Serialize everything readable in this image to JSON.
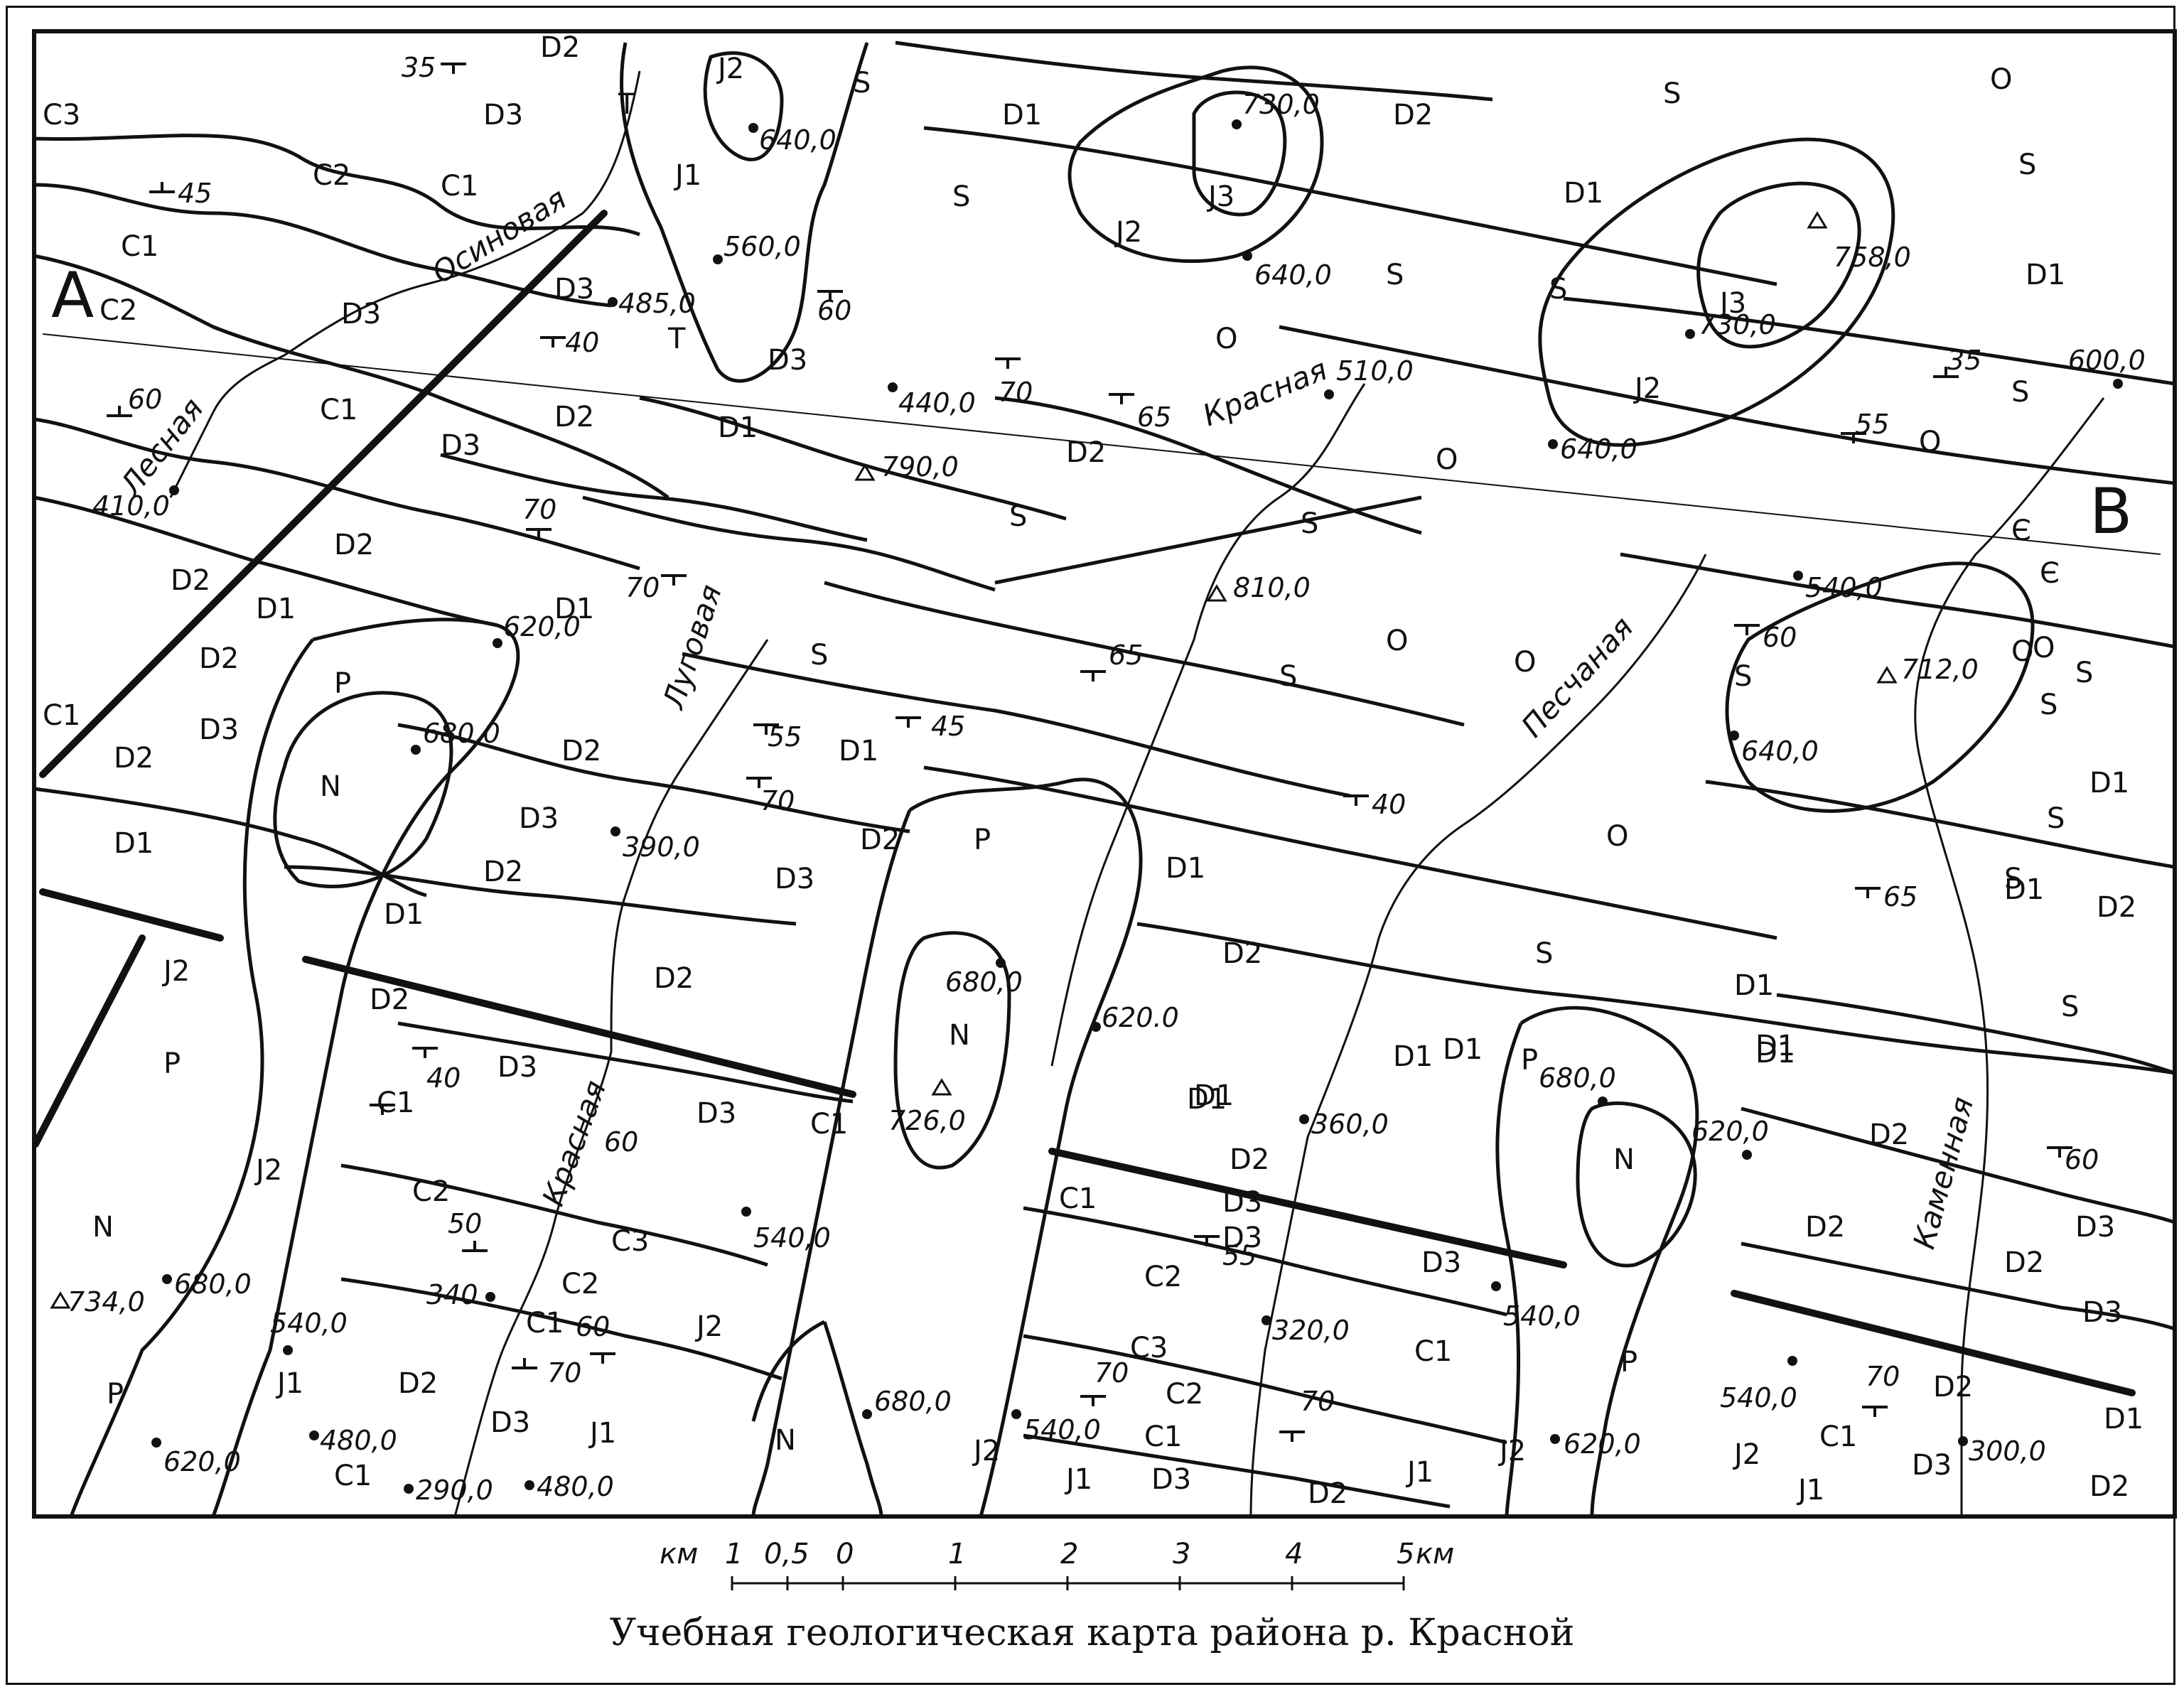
{
  "map": {
    "caption": "Учебная геологическая карта района р. Красной",
    "corner_labels": {
      "left": "А",
      "right": "В"
    },
    "rivers": [
      "Лесная",
      "Осиновая",
      "Красная",
      "Луговая",
      "Красная",
      "Песчаная",
      "Каменная"
    ],
    "formations": [
      "C3",
      "C2",
      "C1",
      "C1",
      "C2",
      "C1",
      "C1",
      "D2",
      "D3",
      "D3",
      "D3",
      "D2",
      "D2",
      "D3",
      "D2",
      "D1",
      "D1",
      "D2",
      "D2",
      "D3",
      "D1",
      "J2",
      "J1",
      "T",
      "T",
      "D1",
      "S",
      "S",
      "J2",
      "J3",
      "D2",
      "S",
      "O",
      "S",
      "D1",
      "S",
      "J3",
      "J2",
      "D1",
      "O",
      "S",
      "D3",
      "D2",
      "D1",
      "S",
      "S",
      "O",
      "S",
      "O",
      "O",
      "S",
      "O",
      "Є",
      "Є",
      "S",
      "O",
      "S",
      "Р",
      "N",
      "D2",
      "D3",
      "D2",
      "D1",
      "D2",
      "D1",
      "D3",
      "D2",
      "D2",
      "D1",
      "D1",
      "D1",
      "Р",
      "N",
      "D2",
      "D3",
      "D3",
      "C1",
      "C1",
      "C2",
      "C3",
      "C2",
      "C1",
      "D2",
      "D3",
      "C1",
      "J1",
      "Р",
      "N",
      "Р",
      "J2",
      "J2",
      "J1",
      "J2",
      "N",
      "J2",
      "C1",
      "D3",
      "C2",
      "C3",
      "C2",
      "C1",
      "J1",
      "D3",
      "D2",
      "D1",
      "D1",
      "D2",
      "D3",
      "C1",
      "D3",
      "J1",
      "J2",
      "Р",
      "N",
      "Р",
      "J2",
      "D1",
      "D2",
      "D2",
      "D3",
      "D2",
      "D3",
      "C1",
      "J1",
      "D3",
      "D2",
      "D1",
      "D2",
      "S",
      "S",
      "D1",
      "D1",
      "D2",
      "D1",
      "S",
      "O",
      "S",
      "S",
      "D1",
      "S",
      "O"
    ],
    "elevations": [
      "640,0",
      "560,0",
      "485,0",
      "440,0",
      "790,0",
      "730,0",
      "640,0",
      "510,0",
      "810,0",
      "758,0",
      "730,0",
      "640,0",
      "600,0",
      "540,0",
      "712,0",
      "640,0",
      "410,0",
      "620,0",
      "680,0",
      "390,0",
      "680,0",
      "620.0",
      "726,0",
      "360,0",
      "680,0",
      "620,0",
      "540,0",
      "734,0",
      "680,0",
      "540,0",
      "620,0",
      "480,0",
      "290,0",
      "480,0",
      "340",
      "680,0",
      "540,0",
      "320,0",
      "540,0",
      "620,0",
      "540,0",
      "300,0"
    ],
    "dips": [
      "35",
      "45",
      "40",
      "60",
      "70",
      "70",
      "65",
      "60",
      "70",
      "65",
      "35",
      "55",
      "55",
      "45",
      "70",
      "40",
      "60",
      "65",
      "40",
      "60",
      "50",
      "60",
      "70",
      "55",
      "70",
      "70",
      "70",
      "60"
    ],
    "scale": {
      "unit": "км",
      "ticks": [
        "1",
        "0,5",
        "0",
        "1",
        "2",
        "3",
        "4",
        "5"
      ]
    },
    "colors": {
      "ink": "#111111",
      "paper": "#ffffff"
    }
  }
}
